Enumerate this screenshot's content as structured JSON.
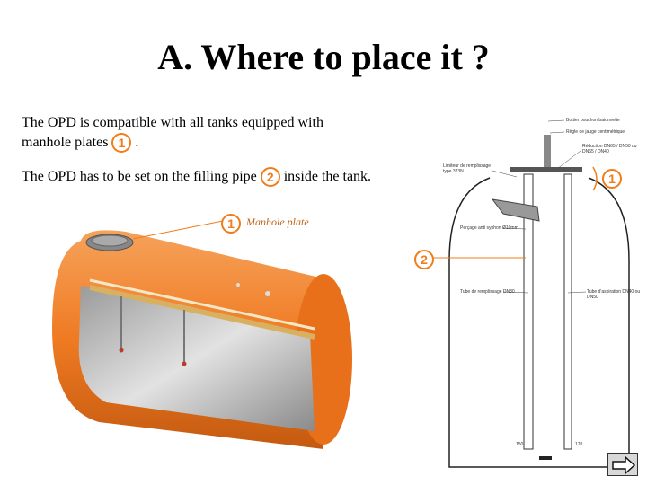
{
  "title": "A. Where to place it ?",
  "para1": {
    "line1": "The OPD is compatible with all tanks equipped with",
    "line2_prefix": "manhole plates",
    "line2_suffix": "."
  },
  "para2": {
    "prefix": "The OPD has to be set on the filling pipe",
    "suffix": "inside the tank."
  },
  "badges": {
    "one": "1",
    "two": "2"
  },
  "callout_manhole": "Manhole plate",
  "diagram_labels": {
    "bouchon": "Bottier bouchon baionnette",
    "regle": "Règle de jauge centimétrique",
    "reduction": "Réduction DN65 / DN50 ou DN65 / DN40",
    "limiteur": "Limiteur de remplissage type 323N",
    "percage": "Perçage anti syphon Ø10mm",
    "tube_remplissage": "Tube de remplissage DN80",
    "tube_aspiration": "Tube d'aspiration DN40 ou DN50",
    "dim_150": "150",
    "dim_170": "170"
  },
  "colors": {
    "accent": "#f07d1a",
    "tank_orange": "#ef7a22"
  },
  "nav": {
    "icon": "next-arrow-icon"
  }
}
